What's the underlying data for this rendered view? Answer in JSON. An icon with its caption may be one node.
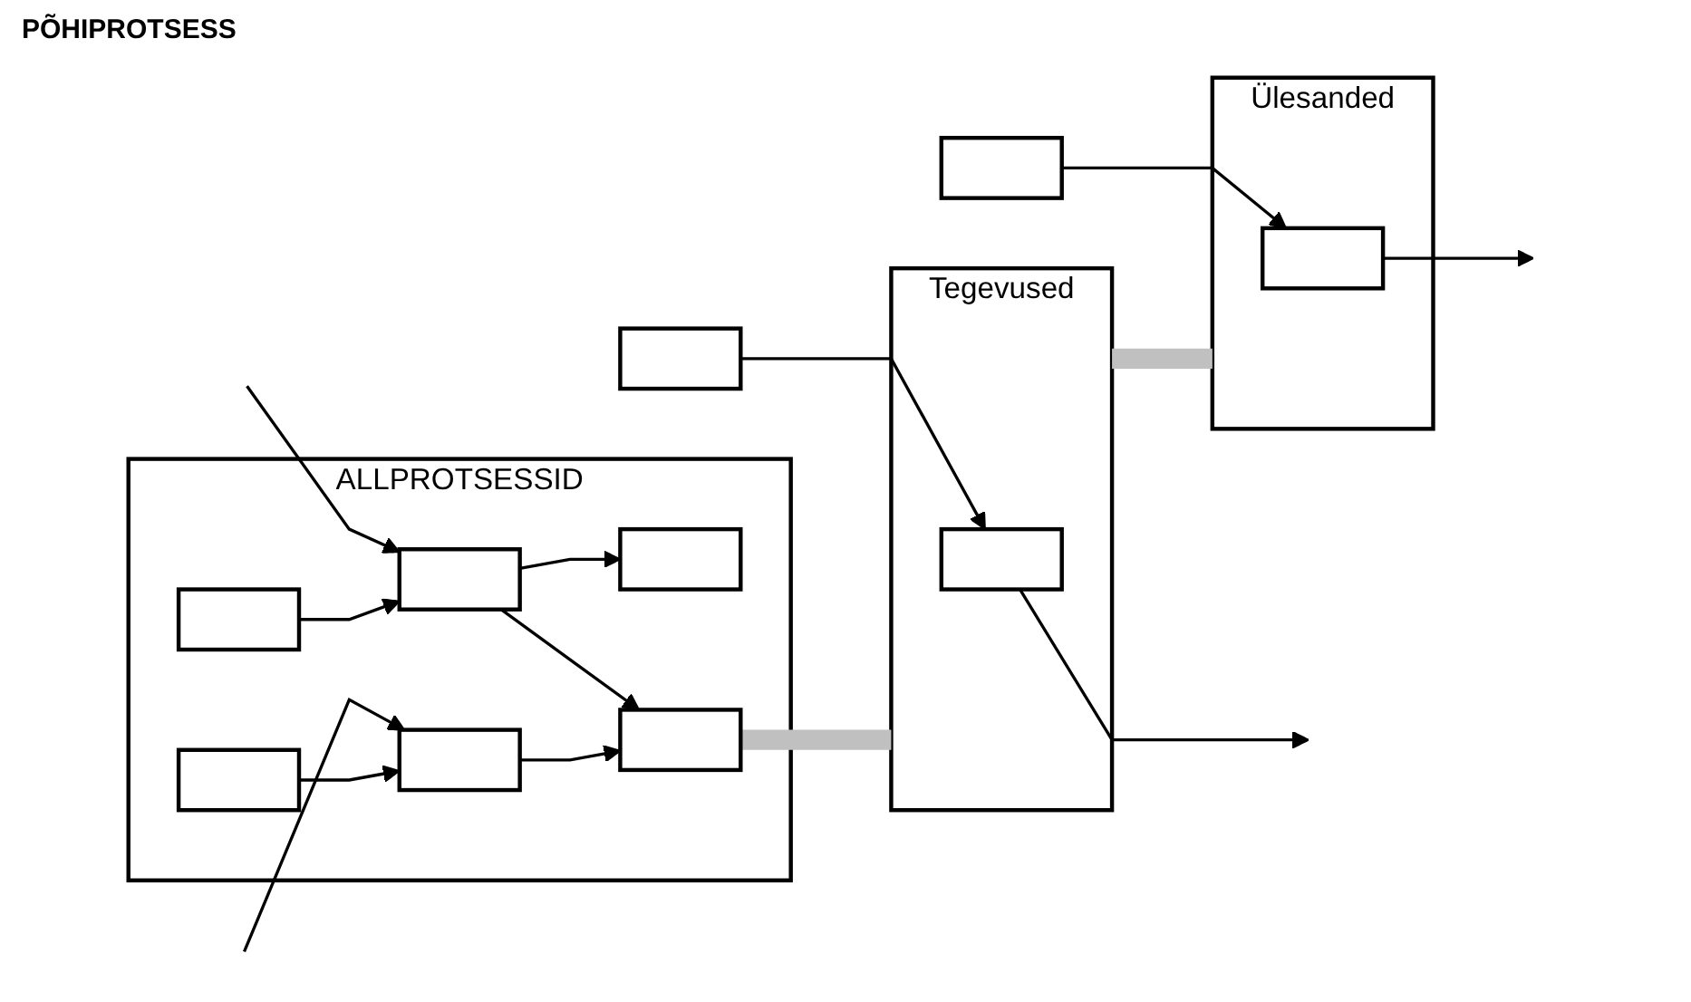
{
  "diagram": {
    "title": "PÕHIPROTSESS",
    "nodes": [
      {
        "text": [
          "ALLPROTSESSID"
        ]
      },
      {
        "text": [],
        "shape": "box",
        "in": 0
      },
      {
        "text": [],
        "shape": "box",
        "in": 0
      },
      {
        "text": [],
        "shape": "box",
        "in": 0
      },
      {
        "text": [],
        "shape": "box",
        "in": 0
      },
      {
        "text": [],
        "shape": "box",
        "in": 0
      },
      {
        "text": [],
        "shape": "box",
        "in": 0
      },
      {
        "text": [
          "Tegevused"
        ]
      },
      {
        "text": [],
        "shape": "box"
      },
      {
        "text": [],
        "shape": "box",
        "in": 7
      },
      {
        "text": [
          "Ülesanded"
        ]
      },
      {
        "text": [],
        "shape": "box"
      },
      {
        "text": [],
        "shape": "box",
        "in": 10
      }
    ],
    "edges": [
      {
        "from": null,
        "to": 2,
        "arrow": "to"
      },
      {
        "from": null,
        "to": 5,
        "arrow": "to"
      },
      {
        "from": 1,
        "to": 2,
        "arrow": "to"
      },
      {
        "from": 4,
        "to": 5,
        "arrow": "to"
      },
      {
        "from": 2,
        "to": 3,
        "arrow": "to"
      },
      {
        "from": 2,
        "to": 6,
        "arrow": "to"
      },
      {
        "from": 5,
        "to": 6,
        "arrow": "to"
      },
      {
        "from": 6,
        "to": 7,
        "arrow": "none",
        "style": "thick",
        "color": "#c0c0c0"
      },
      {
        "from": 8,
        "to": 9,
        "arrow": "to"
      },
      {
        "from": 9,
        "to": null,
        "arrow": "to"
      },
      {
        "from": 7,
        "to": 10,
        "arrow": "none",
        "style": "thick",
        "color": "#c0c0c0"
      },
      {
        "from": 11,
        "to": 12,
        "arrow": "to"
      },
      {
        "from": 12,
        "to": null,
        "arrow": "to"
      }
    ]
  }
}
